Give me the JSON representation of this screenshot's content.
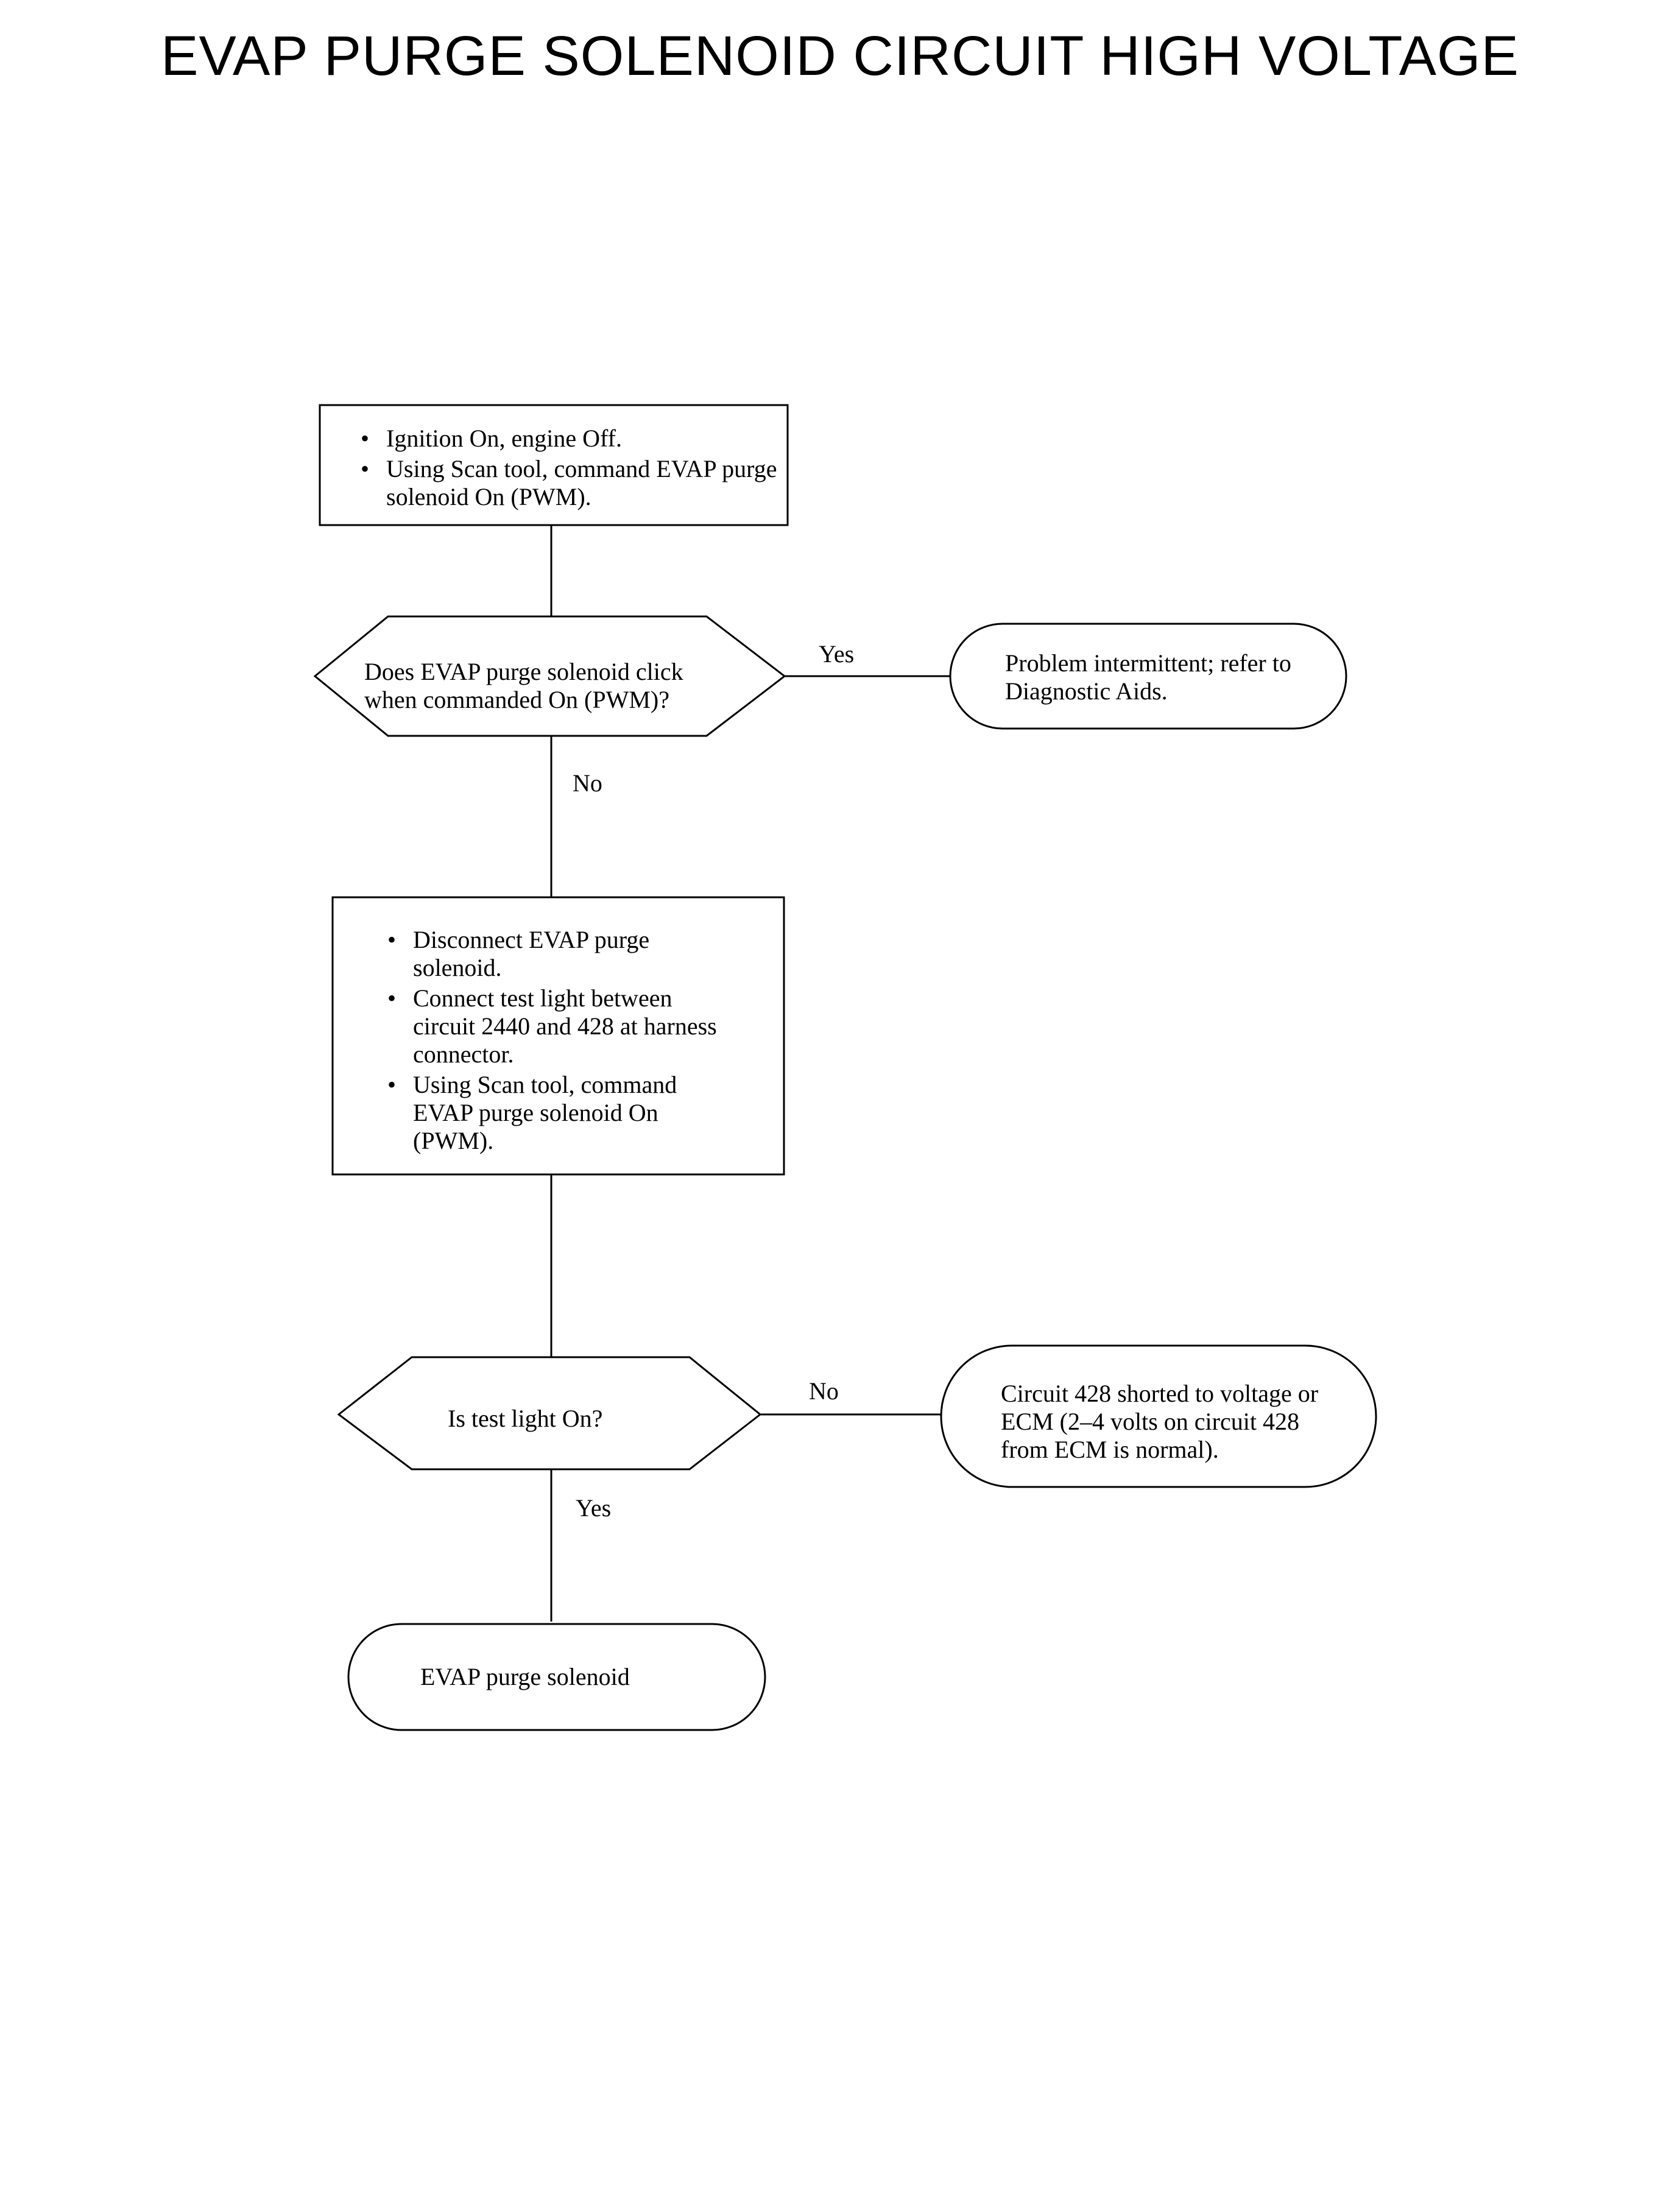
{
  "title": "EVAP PURGE SOLENOID CIRCUIT HIGH VOLTAGE",
  "nodes": {
    "step1": {
      "type": "process",
      "bullets": [
        "Ignition On, engine Off.",
        "Using Scan tool, command EVAP purge solenoid On (PWM)."
      ]
    },
    "decision1": {
      "type": "decision",
      "text": "Does EVAP purge solenoid click when commanded On (PWM)?"
    },
    "result_intermittent": {
      "type": "terminal",
      "text": "Problem intermittent; refer to Diagnostic Aids."
    },
    "step2": {
      "type": "process",
      "bullets": [
        "Disconnect EVAP purge solenoid.",
        "Connect test light between circuit 2440 and 428 at harness connector.",
        "Using Scan tool, command EVAP purge solenoid On (PWM)."
      ]
    },
    "decision2": {
      "type": "decision",
      "text": "Is test light On?"
    },
    "result_shorted": {
      "type": "terminal",
      "text": "Circuit 428 shorted to voltage or ECM (2–4 volts on circuit 428 from ECM is normal)."
    },
    "result_solenoid": {
      "type": "terminal",
      "text": "EVAP purge solenoid"
    }
  },
  "edges": [
    {
      "from": "step1",
      "to": "decision1",
      "label": ""
    },
    {
      "from": "decision1",
      "to": "result_intermittent",
      "label": "Yes"
    },
    {
      "from": "decision1",
      "to": "step2",
      "label": "No"
    },
    {
      "from": "step2",
      "to": "decision2",
      "label": ""
    },
    {
      "from": "decision2",
      "to": "result_shorted",
      "label": "No"
    },
    {
      "from": "decision2",
      "to": "result_solenoid",
      "label": "Yes"
    }
  ]
}
